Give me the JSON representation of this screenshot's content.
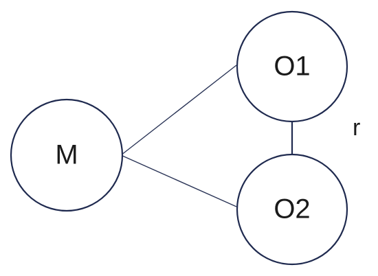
{
  "diagram": {
    "nodes": [
      {
        "id": "M",
        "label": "M"
      },
      {
        "id": "O1",
        "label": "O1"
      },
      {
        "id": "O2",
        "label": "O2"
      }
    ],
    "edges": [
      {
        "from": "M",
        "to": "O1",
        "label": ""
      },
      {
        "from": "M",
        "to": "O2",
        "label": ""
      },
      {
        "from": "O1",
        "to": "O2",
        "label": "r"
      }
    ]
  },
  "colors": {
    "stroke": "#1f2a4f",
    "text": "#1a1a1a",
    "background": "#ffffff"
  }
}
